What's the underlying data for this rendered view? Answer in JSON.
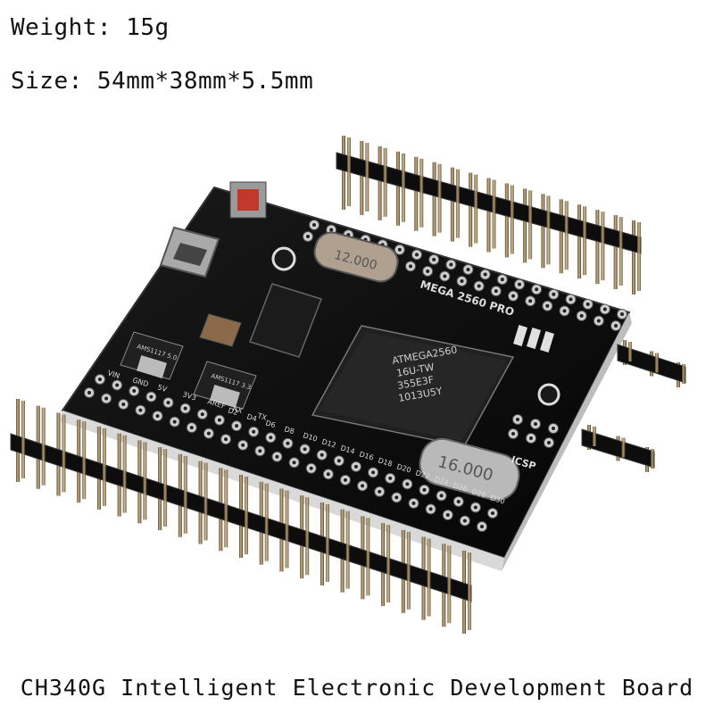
{
  "specs": {
    "weight": "Weight: 15g",
    "size": "Size: 54mm*38mm*5.5mm"
  },
  "caption": "CH340G Intelligent Electronic Development Board",
  "board": {
    "silkscreen_model": "MEGA 2560 PRO",
    "mcu_lines": [
      "ATMEGA2560",
      "16U-TW",
      "355E3F",
      "1013U5Y"
    ],
    "crystal_large": "16.000",
    "crystal_small": "12.000",
    "regulator_1": "AMS1117 5.0",
    "regulator_2": "AMS1117 3.3",
    "bottom_labels": [
      "VIN",
      "GND",
      "5V",
      "3V3",
      "AREF",
      "RX",
      "TX"
    ],
    "pin_labels": [
      "D2",
      "D4",
      "D6",
      "D8",
      "D10",
      "D12",
      "D14",
      "D16",
      "D18",
      "D20",
      "D22",
      "D24",
      "D26",
      "D28",
      "D30"
    ],
    "right_labels": [
      "ICSP"
    ]
  }
}
